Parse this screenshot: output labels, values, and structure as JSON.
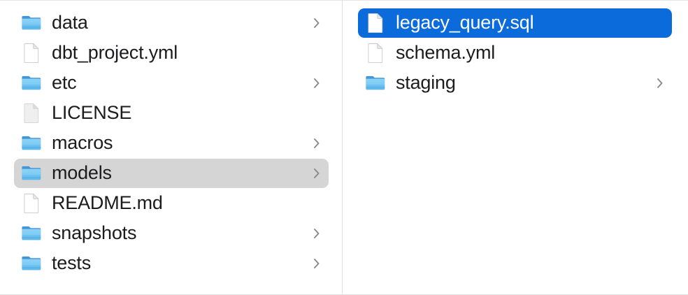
{
  "app": {
    "name": "Finder",
    "view": "column-view",
    "accent_color": "#0b6bdb",
    "inactive_selection_color": "#d5d5d5",
    "background_color": "#ffffff",
    "divider_color": "#e0e0e0",
    "text_color": "#1c1c1e",
    "selected_text_color": "#ffffff",
    "chevron_color": "#8a8a8e"
  },
  "columns": [
    {
      "name": "project-root-column",
      "items": [
        {
          "label": "data",
          "kind": "folder",
          "icon": "folder-icon",
          "has_chevron": true,
          "selected": false,
          "selection_state": "none"
        },
        {
          "label": "dbt_project.yml",
          "kind": "file",
          "icon": "document-icon",
          "has_chevron": false,
          "selected": false,
          "selection_state": "none"
        },
        {
          "label": "etc",
          "kind": "folder",
          "icon": "folder-icon",
          "has_chevron": true,
          "selected": false,
          "selection_state": "none"
        },
        {
          "label": "LICENSE",
          "kind": "file",
          "icon": "plain-document-icon",
          "has_chevron": false,
          "selected": false,
          "selection_state": "none"
        },
        {
          "label": "macros",
          "kind": "folder",
          "icon": "folder-icon",
          "has_chevron": true,
          "selected": false,
          "selection_state": "none"
        },
        {
          "label": "models",
          "kind": "folder",
          "icon": "folder-icon",
          "has_chevron": true,
          "selected": true,
          "selection_state": "inactive"
        },
        {
          "label": "README.md",
          "kind": "file",
          "icon": "document-icon",
          "has_chevron": false,
          "selected": false,
          "selection_state": "none"
        },
        {
          "label": "snapshots",
          "kind": "folder",
          "icon": "folder-icon",
          "has_chevron": true,
          "selected": false,
          "selection_state": "none"
        },
        {
          "label": "tests",
          "kind": "folder",
          "icon": "folder-icon",
          "has_chevron": true,
          "selected": false,
          "selection_state": "none"
        }
      ]
    },
    {
      "name": "models-column",
      "items": [
        {
          "label": "legacy_query.sql",
          "kind": "file",
          "icon": "document-icon",
          "has_chevron": false,
          "selected": true,
          "selection_state": "active"
        },
        {
          "label": "schema.yml",
          "kind": "file",
          "icon": "document-icon",
          "has_chevron": false,
          "selected": false,
          "selection_state": "none"
        },
        {
          "label": "staging",
          "kind": "folder",
          "icon": "folder-icon",
          "has_chevron": true,
          "selected": false,
          "selection_state": "none"
        }
      ]
    }
  ]
}
